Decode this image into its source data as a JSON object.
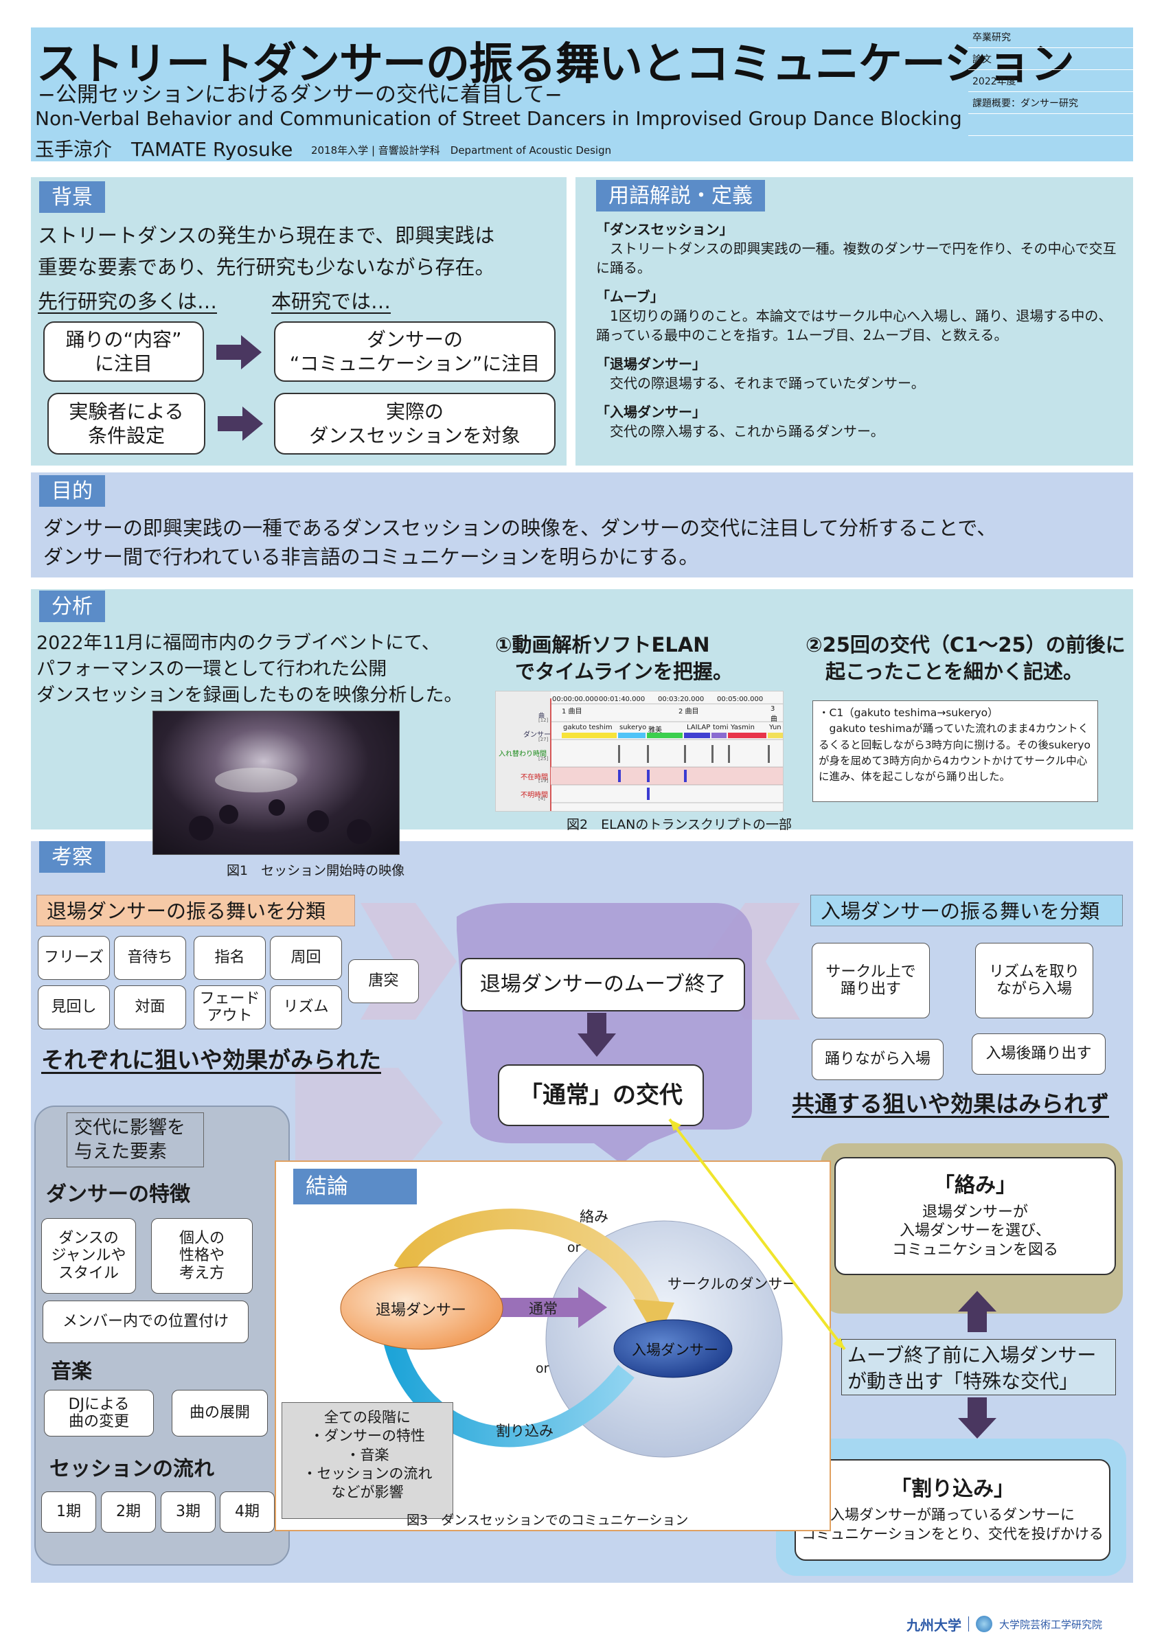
{
  "header": {
    "title": "ストリートダンサーの振る舞いとコミュニケーション",
    "subtitle": "−公開セッションにおけるダンサーの交代に着目して−",
    "title_en": "Non-Verbal Behavior and Communication of Street Dancers in Improvised Group Dance Blocking",
    "author": "玉手涼介　TAMATE Ryosuke",
    "affiliation": "2018年入学 | 音響設計学科　Department of Acoustic Design",
    "meta": [
      "卒業研究",
      "論文",
      "2022年度",
      "課題概要：ダンサー研究",
      ""
    ]
  },
  "background": {
    "tag": "背景",
    "text1": "ストリートダンスの発生から現在まで、即興実践は",
    "text2": "重要な要素であり、先行研究も少ないながら存在。",
    "left_head": "先行研究の多くは…",
    "right_head": "本研究では…",
    "box1": "踊りの“内容”\nに注目",
    "box2": "ダンサーの\n“コミュニケーション”に注目",
    "box3": "実験者による\n条件設定",
    "box4": "実際の\nダンスセッションを対象"
  },
  "terms": {
    "tag": "用語解説・定義",
    "items": [
      {
        "term": "「ダンスセッション」",
        "desc": "　ストリートダンスの即興実践の一種。複数のダンサーで円を作り、その中心で交互に踊る。"
      },
      {
        "term": "「ムーブ」",
        "desc": "　1区切りの踊りのこと。本論文ではサークル中心へ入場し、踊り、退場する中の、踊っている最中のことを指す。1ムーブ目、2ムーブ目、と数える。"
      },
      {
        "term": "「退場ダンサー」",
        "desc": "　交代の際退場する、それまで踊っていたダンサー。"
      },
      {
        "term": "「入場ダンサー」",
        "desc": "　交代の際入場する、これから踊るダンサー。"
      }
    ]
  },
  "purpose": {
    "tag": "目的",
    "line1": "ダンサーの即興実践の一種であるダンスセッションの映像を、ダンサーの交代に注目して分析することで、",
    "line2": "ダンサー間で行われている非言語のコミュニケーションを明らかにする。"
  },
  "analysis": {
    "tag": "分析",
    "text": "2022年11月に福岡市内のクラブイベントにて、\nパフォーマンスの一環として行われた公開\nダンスセッションを録画したものを映像分析した。",
    "fig1": "図1　セッション開始時の映像",
    "step1": "①動画解析ソフトELAN\n　でタイムラインを把握。",
    "fig2": "図2　ELANのトランスクリプトの一部",
    "step2": "②25回の交代（C1〜25）の前後に\n　起こったことを細かく記述。",
    "elan": {
      "times": [
        "00:00:00.000",
        "00:01:40.000",
        "00:03:20.000",
        "00:05:00.000"
      ],
      "songs": [
        "1 曲目",
        "2 曲目",
        "3 曲"
      ],
      "tiers": [
        "曲",
        "ダンサー",
        "入れ替わり時間",
        "不在時間",
        "不明時間"
      ],
      "tier_counts": [
        "[12]",
        "[27]",
        "[25]",
        "[19]",
        "[4]"
      ],
      "dancers": [
        "gakuto teshim",
        "sukeryo",
        "雅美",
        "LAILAP",
        "tomi",
        "Yasmin",
        "Yun"
      ],
      "dancer_colors": [
        "#f7e33a",
        "#4fc3f7",
        "#3ccf4e",
        "#3f3fd1",
        "#8a6bd1",
        "#e8344a",
        "#f2e05a"
      ]
    },
    "c1_title": "・C1（gakuto teshima→sukeryo）",
    "c1_body": "　gakuto teshimaが踊っていた流れのまま4カウントくるくると回転しながら3時方向に捌ける。その後sukeryoが身を屈めて3時方向から4カウントかけてサークル中心に進み、体を起こしながら踊り出した。"
  },
  "discussion": {
    "tag": "考察",
    "exit_head": "退場ダンサーの振る舞いを分類",
    "exit_chips": [
      "フリーズ",
      "音待ち",
      "指名",
      "周回",
      "見回し",
      "対面",
      "フェード\nアウト",
      "リズム",
      "唐突"
    ],
    "exit_result": "それぞれに狙いや効果がみられた",
    "move_end": "退場ダンサーのムーブ終了",
    "normal": "「通常」の交代",
    "enter_head": "入場ダンサーの振る舞いを分類",
    "enter_chips": [
      "サークル上で\n踊り出す",
      "リズムを取り\nながら入場",
      "踊りながら入場",
      "入場後踊り出す"
    ],
    "enter_result": "共通する狙いや効果はみられず",
    "factors": {
      "head": "交代に影響を\n与えた要素",
      "dancer_head": "ダンサーの特徴",
      "dancer_chips": [
        "ダンスの\nジャンルや\nスタイル",
        "個人の\n性格や\n考え方",
        "メンバー内での位置付け"
      ],
      "music_head": "音楽",
      "music_chips": [
        "DJによる\n曲の変更",
        "曲の展開"
      ],
      "flow_head": "セッションの流れ",
      "flow_chips": [
        "1期",
        "2期",
        "3期",
        "4期"
      ]
    },
    "conclusion": {
      "tag": "結論",
      "exit_dancer": "退場ダンサー",
      "enter_dancer": "入場ダンサー",
      "circle": "サークルのダンサー",
      "karami": "絡み",
      "or1": "or",
      "normal": "通常",
      "or2": "or",
      "warikomi": "割り込み",
      "note": "全ての段階に\n・ダンサーの特性\n・音楽\n・セッションの流れ\nなどが影響",
      "fig3": "図3　ダンスセッションでのコミュニケーション"
    },
    "karami_box_title": "「絡み」",
    "karami_box_body": "退場ダンサーが\n入場ダンサーを選び、\nコミュニケションを図る",
    "special": "ムーブ終了前に入場ダンサー\nが動き出す「特殊な交代」",
    "warikomi_box_title": "「割り込み」",
    "warikomi_box_body": "入場ダンサーが踊っているダンサーに\nコミュニケーションをとり、交代を投げかける"
  },
  "footer": {
    "univ": "九州大学",
    "school": "大学院芸術工学研究院"
  },
  "colors": {
    "header_bg": "#a6d8f2",
    "panel_teal": "#c4e3ea",
    "panel_blue": "#c5d5ee",
    "tag_blue": "#5b8cc8",
    "purple_arrow": "#4a3760"
  }
}
